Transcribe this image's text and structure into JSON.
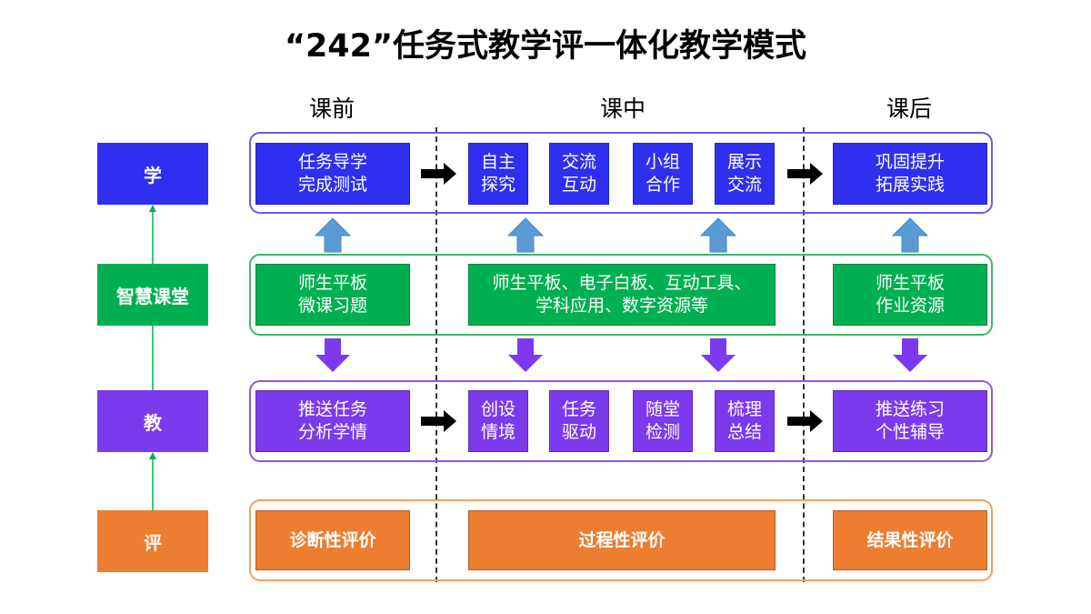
{
  "title": "“242”任务式教学评一体化教学模式",
  "phases": {
    "pre": "课前",
    "mid": "课中",
    "post": "课后"
  },
  "rows": {
    "learn": "学",
    "smart": "智慧课堂",
    "teach": "教",
    "eval": "评"
  },
  "colors": {
    "learn": "#2f2ff0",
    "smart": "#00b050",
    "teach": "#7c3aed",
    "eval": "#ed7d31",
    "up_arrow": "#5b9bd5",
    "down_arrow": "#7c3aed",
    "connector": "#00b050"
  },
  "learn_boxes": [
    {
      "l1": "任务导学",
      "l2": "完成测试"
    },
    {
      "l1": "自主",
      "l2": "探究"
    },
    {
      "l1": "交流",
      "l2": "互动"
    },
    {
      "l1": "小组",
      "l2": "合作"
    },
    {
      "l1": "展示",
      "l2": "交流"
    },
    {
      "l1": "巩固提升",
      "l2": "拓展实践"
    }
  ],
  "smart_boxes": [
    {
      "l1": "师生平板",
      "l2": "微课习题"
    },
    {
      "l1": "师生平板、电子白板、互动工具、",
      "l2": "学科应用、数字资源等"
    },
    {
      "l1": "师生平板",
      "l2": "作业资源"
    }
  ],
  "teach_boxes": [
    {
      "l1": "推送任务",
      "l2": "分析学情"
    },
    {
      "l1": "创设",
      "l2": "情境"
    },
    {
      "l1": "任务",
      "l2": "驱动"
    },
    {
      "l1": "随堂",
      "l2": "检测"
    },
    {
      "l1": "梳理",
      "l2": "总结"
    },
    {
      "l1": "推送练习",
      "l2": "个性辅导"
    }
  ],
  "eval_boxes": [
    {
      "label": "诊断性评价"
    },
    {
      "label": "过程性评价"
    },
    {
      "label": "结果性评价"
    }
  ]
}
